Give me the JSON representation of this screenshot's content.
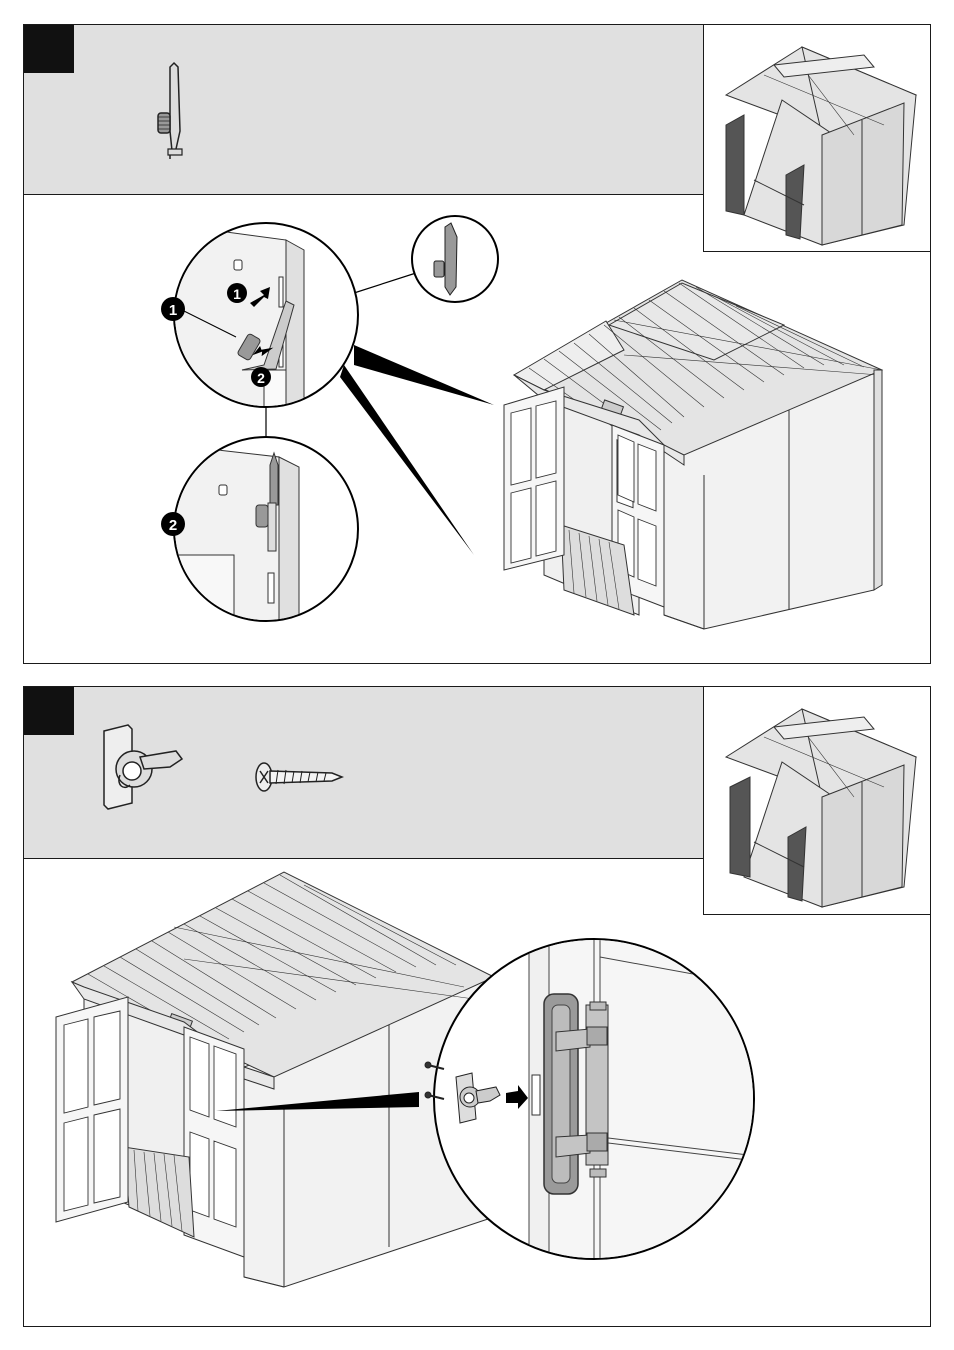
{
  "steps": [
    {
      "callouts": [
        {
          "label": "1"
        },
        {
          "label": "2"
        }
      ],
      "arrows": [
        {
          "label": "1"
        },
        {
          "label": "2"
        }
      ],
      "parts": [
        "door-latch-bolt-icon"
      ]
    },
    {
      "parts": [
        "door-catch-icon",
        "screw-icon"
      ]
    }
  ],
  "colors": {
    "band": "#e0e0e0",
    "line": "#1a1a1a",
    "wall": "#f4f4f4",
    "door_dark": "#555555",
    "part_fill": "#c8c8c8"
  }
}
